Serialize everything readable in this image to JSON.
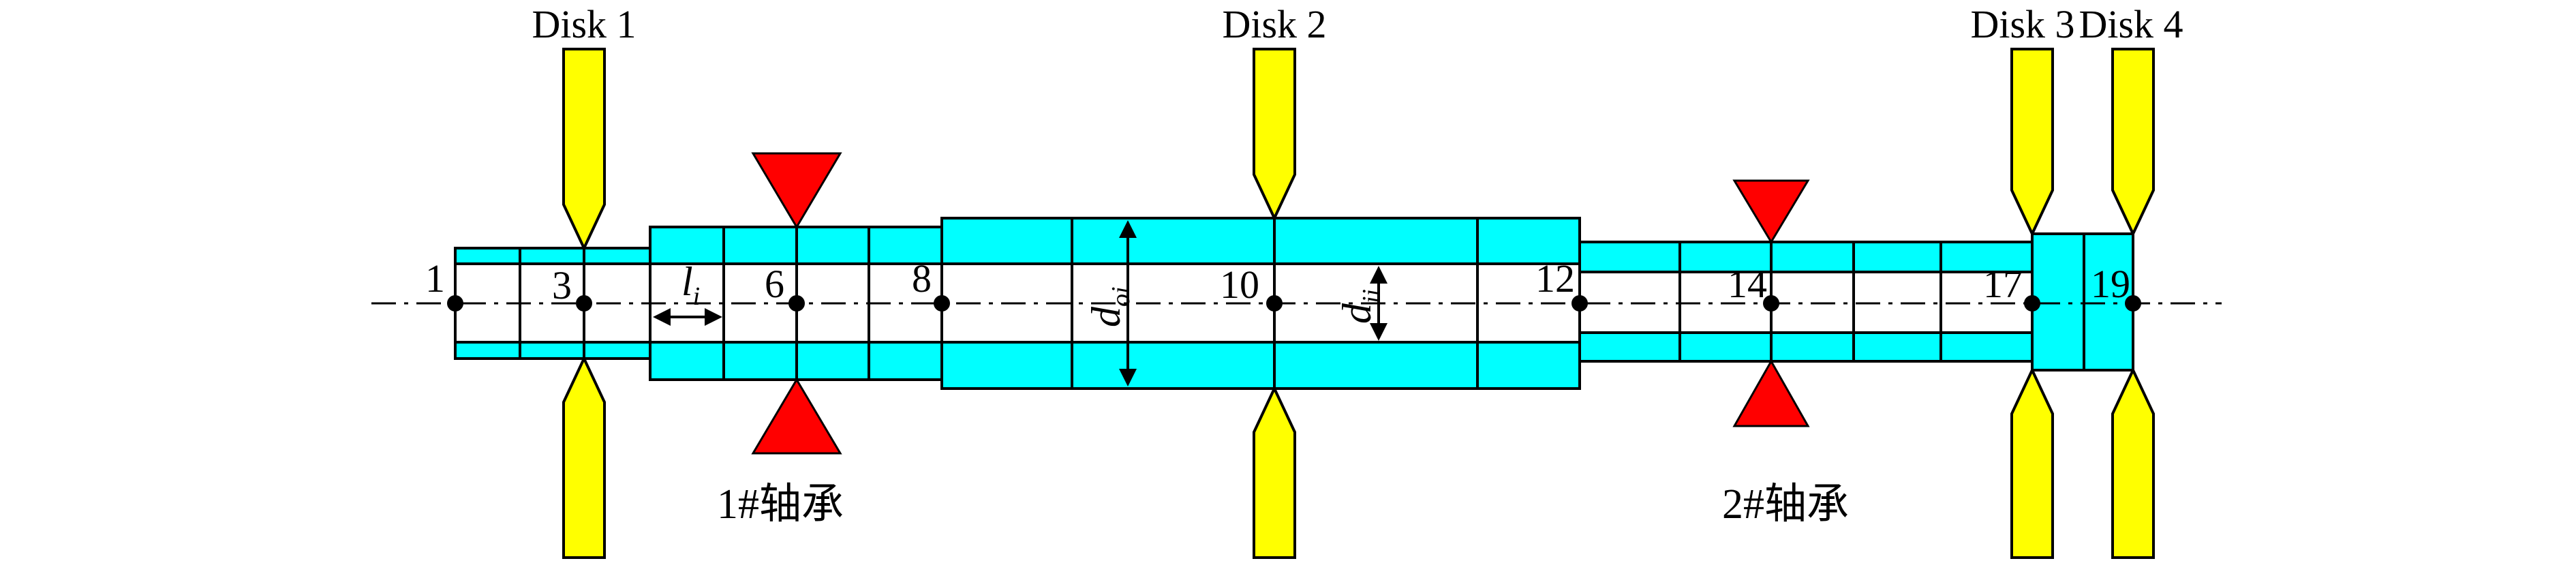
{
  "disks": {
    "disk1": "Disk 1",
    "disk2": "Disk 2",
    "disk3": "Disk 3",
    "disk4": "Disk 4"
  },
  "nodes": {
    "n1": "1",
    "n3": "3",
    "n6": "6",
    "n8": "8",
    "n10": "10",
    "n12": "12",
    "n14": "14",
    "n17": "17",
    "n19": "19"
  },
  "bearings": {
    "bearing1": "1#轴承",
    "bearing2": "2#轴承"
  },
  "dimensions": {
    "segment_length_main": "l",
    "segment_length_sub": "i",
    "outer_diameter_main": "d",
    "outer_diameter_sub": "oi",
    "inner_diameter_main": "d",
    "inner_diameter_sub": "ii"
  },
  "colors": {
    "shaft": "#00ffff",
    "disk": "#ffff00",
    "bearing": "#ff0000",
    "node": "#000000"
  }
}
